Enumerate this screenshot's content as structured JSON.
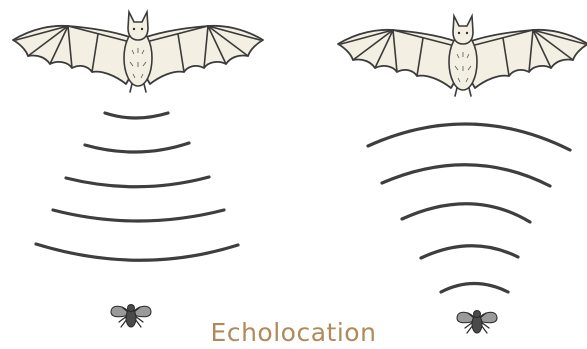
{
  "caption": "Echolocation",
  "colors": {
    "caption": "#b08a5a",
    "line": "#3e3e3e",
    "background": "#ffffff",
    "bat_fill": "#f3efe2"
  },
  "panels": [
    {
      "name": "left",
      "bat_icon": "bat-icon",
      "insect_icon": "insect-icon",
      "wave_count": 5,
      "wave_direction": "outgoing"
    },
    {
      "name": "right",
      "bat_icon": "bat-icon",
      "insect_icon": "insect-icon",
      "wave_count": 5,
      "wave_direction": "returning"
    }
  ]
}
